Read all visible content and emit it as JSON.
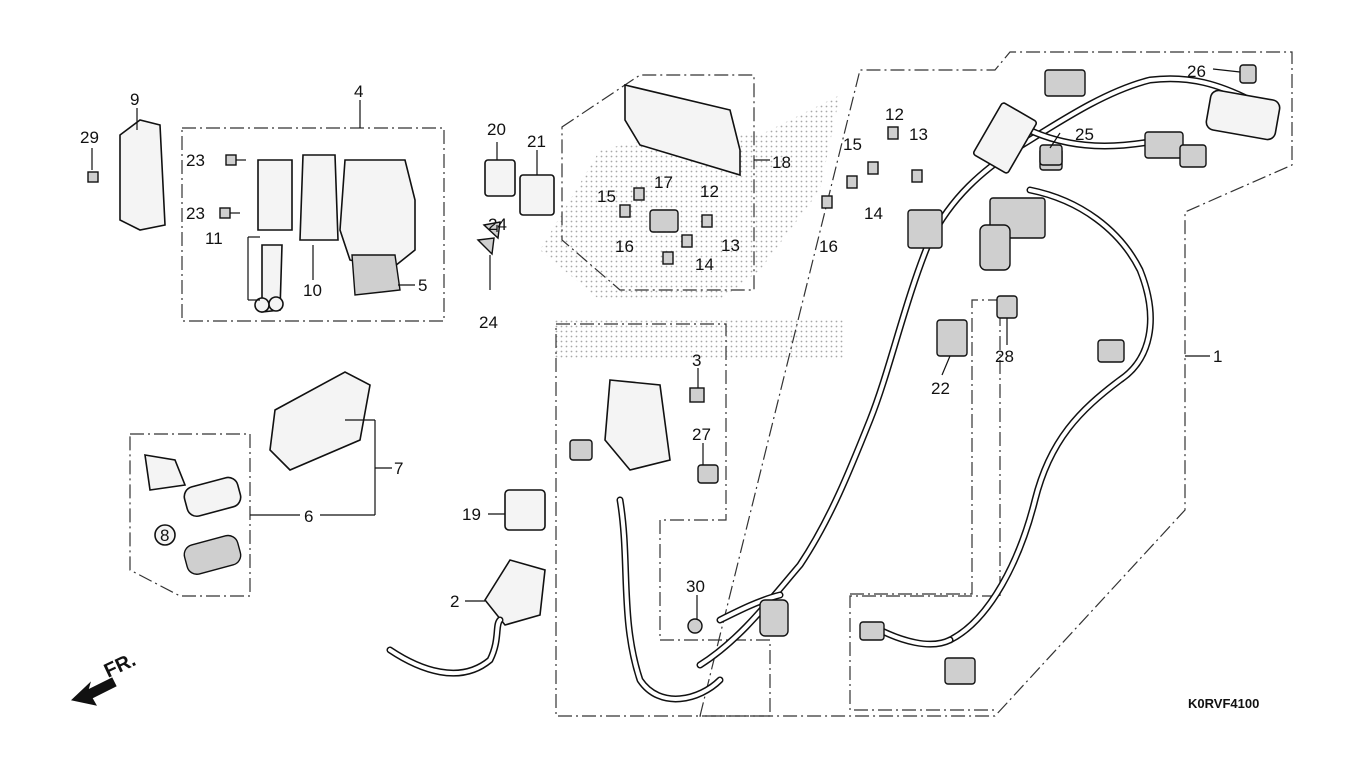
{
  "diagram": {
    "code": "K0RVF4100",
    "front_label": "FR.",
    "callouts": {
      "c1": "1",
      "c2": "2",
      "c3": "3",
      "c4": "4",
      "c5": "5",
      "c6": "6",
      "c7": "7",
      "c8": "8",
      "c9": "9",
      "c10": "10",
      "c11": "11",
      "c12a": "12",
      "c12b": "12",
      "c13a": "13",
      "c13b": "13",
      "c14a": "14",
      "c14b": "14",
      "c15a": "15",
      "c15b": "15",
      "c16a": "16",
      "c16b": "16",
      "c17": "17",
      "c18": "18",
      "c19": "19",
      "c20": "20",
      "c21": "21",
      "c22": "22",
      "c23a": "23",
      "c23b": "23",
      "c24a": "24",
      "c24b": "24",
      "c25": "25",
      "c26": "26",
      "c27": "27",
      "c28": "28",
      "c29": "29",
      "c30": "30"
    }
  }
}
